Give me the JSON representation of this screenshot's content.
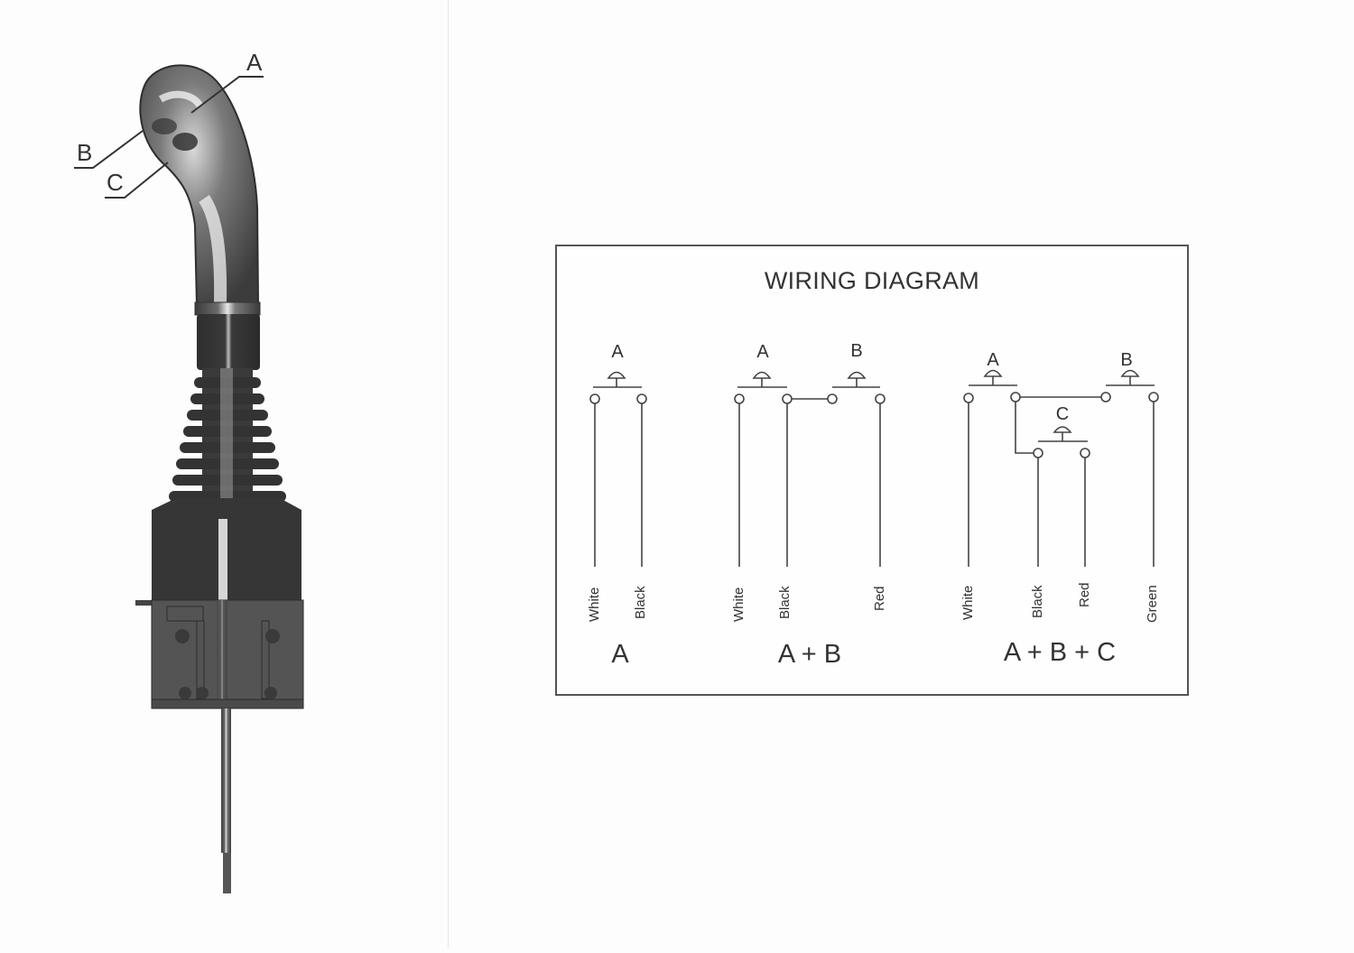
{
  "joystick": {
    "callouts": [
      {
        "id": "A",
        "label": "A"
      },
      {
        "id": "B",
        "label": "B"
      },
      {
        "id": "C",
        "label": "C"
      }
    ]
  },
  "wiring_diagram": {
    "title": "WIRING DIAGRAM",
    "configurations": [
      {
        "name": "A",
        "switches": [
          {
            "label": "A"
          }
        ],
        "wires": [
          "White",
          "Black"
        ]
      },
      {
        "name": "A + B",
        "switches": [
          {
            "label": "A"
          },
          {
            "label": "B"
          }
        ],
        "wires": [
          "White",
          "Black",
          "Red"
        ]
      },
      {
        "name": "A + B + C",
        "switches": [
          {
            "label": "A"
          },
          {
            "label": "B"
          },
          {
            "label": "C"
          }
        ],
        "wires": [
          "White",
          "Black",
          "Red",
          "Green"
        ]
      }
    ]
  },
  "colors": {
    "line": "#444444",
    "text": "#333333",
    "background": "#fdfdfd"
  }
}
